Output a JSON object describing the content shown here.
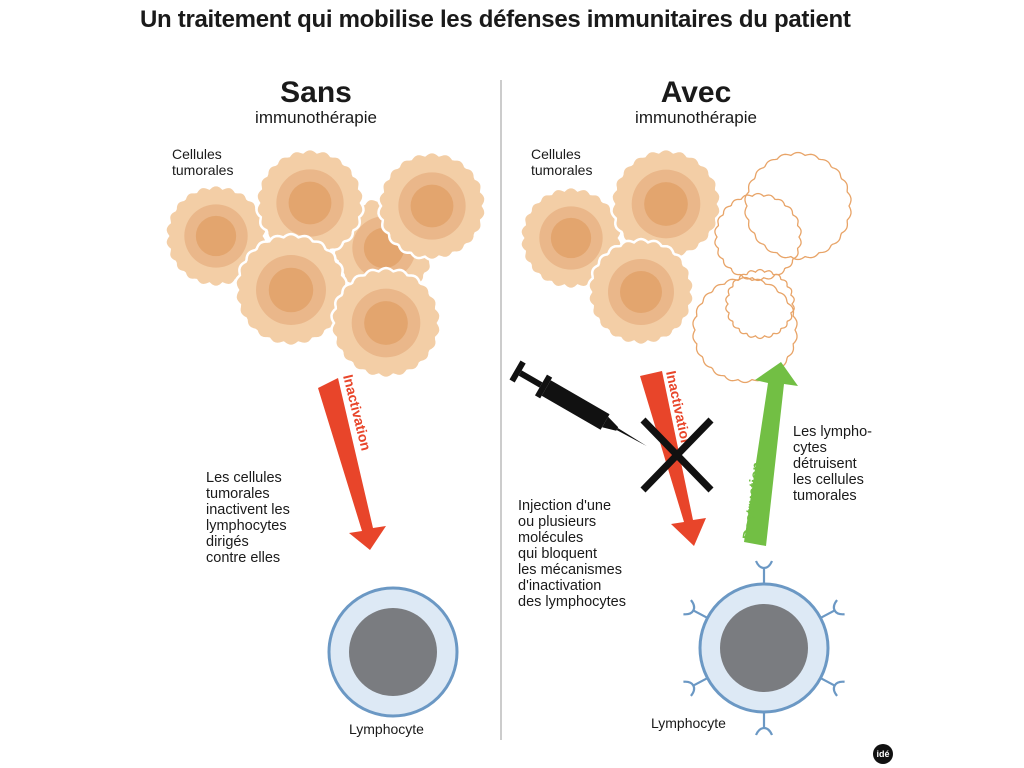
{
  "title": "Un traitement qui mobilise les défenses immunitaires du patient",
  "left": {
    "heading": "Sans",
    "subheading": "immunothérapie",
    "tumor_label": "Cellules\ntumorales",
    "arrow_label": "Inactivation",
    "description": "Les cellules\ntumorales\ninactivent les\nlymphocytes\ndirigés\ncontre elles",
    "lymphocyte_label": "Lymphocyte"
  },
  "right": {
    "heading": "Avec",
    "subheading": "immunothérapie",
    "tumor_label": "Cellules\ntumorales",
    "inactivation_label": "Inactivation",
    "destruction_label": "Destruction",
    "injection_text": "Injection d'une\nou plusieurs\nmolécules\nqui bloquent\nles mécanismes\nd'inactivation\ndes lymphocytes",
    "destroy_text": "Les lympho-\ncytes\ndétruisent\nles cellules\ntumorales",
    "lymphocyte_label": "Lymphocyte"
  },
  "logo_text": "idé",
  "colors": {
    "cell_outer": "#f3cea6",
    "cell_mid": "#eab78a",
    "cell_core": "#e3a56e",
    "cell_outline": "#e8a468",
    "red_arrow": "#e8452a",
    "green_arrow": "#72bf44",
    "lymph_ring": "#6b98c4",
    "lymph_fill": "#dde9f5",
    "lymph_core": "#7a7c80",
    "divider": "#999999",
    "syringe": "#111111"
  }
}
